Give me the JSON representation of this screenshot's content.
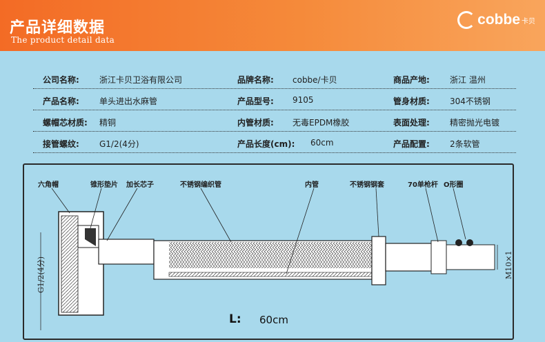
{
  "header": {
    "title": "产品详细数据",
    "subtitle": "The product detail data",
    "logo_text": "cobbe",
    "logo_cn": "卡贝"
  },
  "specs": [
    [
      {
        "label": "公司名称:",
        "value": "浙江卡贝卫浴有限公司"
      },
      {
        "label": "品牌名称:",
        "value": "cobbe/卡贝"
      },
      {
        "label": "商品产地:",
        "value": "浙江 温州"
      }
    ],
    [
      {
        "label": "产品名称:",
        "value": "单头进出水麻管"
      },
      {
        "label": "产品型号:",
        "value": "9105"
      },
      {
        "label": "管身材质:",
        "value": "304不锈钢"
      }
    ],
    [
      {
        "label": "螺帽芯材质:",
        "value": "精铜"
      },
      {
        "label": "内管材质:",
        "value": "无毒EPDM橡胶"
      },
      {
        "label": "表面处理:",
        "value": "精密抛光电镀"
      }
    ],
    [
      {
        "label": "接管螺纹:",
        "value": "G1/2(4分)"
      },
      {
        "label": "产品长度(cm):",
        "value": "60cm"
      },
      {
        "label": "产品配置:",
        "value": "2条软管"
      }
    ]
  ],
  "diagram": {
    "labels": {
      "hex_cap": "六角帽",
      "cone_gasket": "锥形垫片",
      "long_core": "加长芯子",
      "braided_hose": "不锈钢编织管",
      "inner_tube": "内管",
      "steel_sleeve": "不锈钢钢套",
      "gun_rod": "70单枪杆",
      "o_ring": "O形圈"
    },
    "left_thread": "G1/2(4分)",
    "right_thread": "M10×1",
    "length_label": "L:",
    "length_value": "60cm"
  },
  "colors": {
    "header_orange": "#f36b25",
    "background": "#a8d9ec"
  }
}
